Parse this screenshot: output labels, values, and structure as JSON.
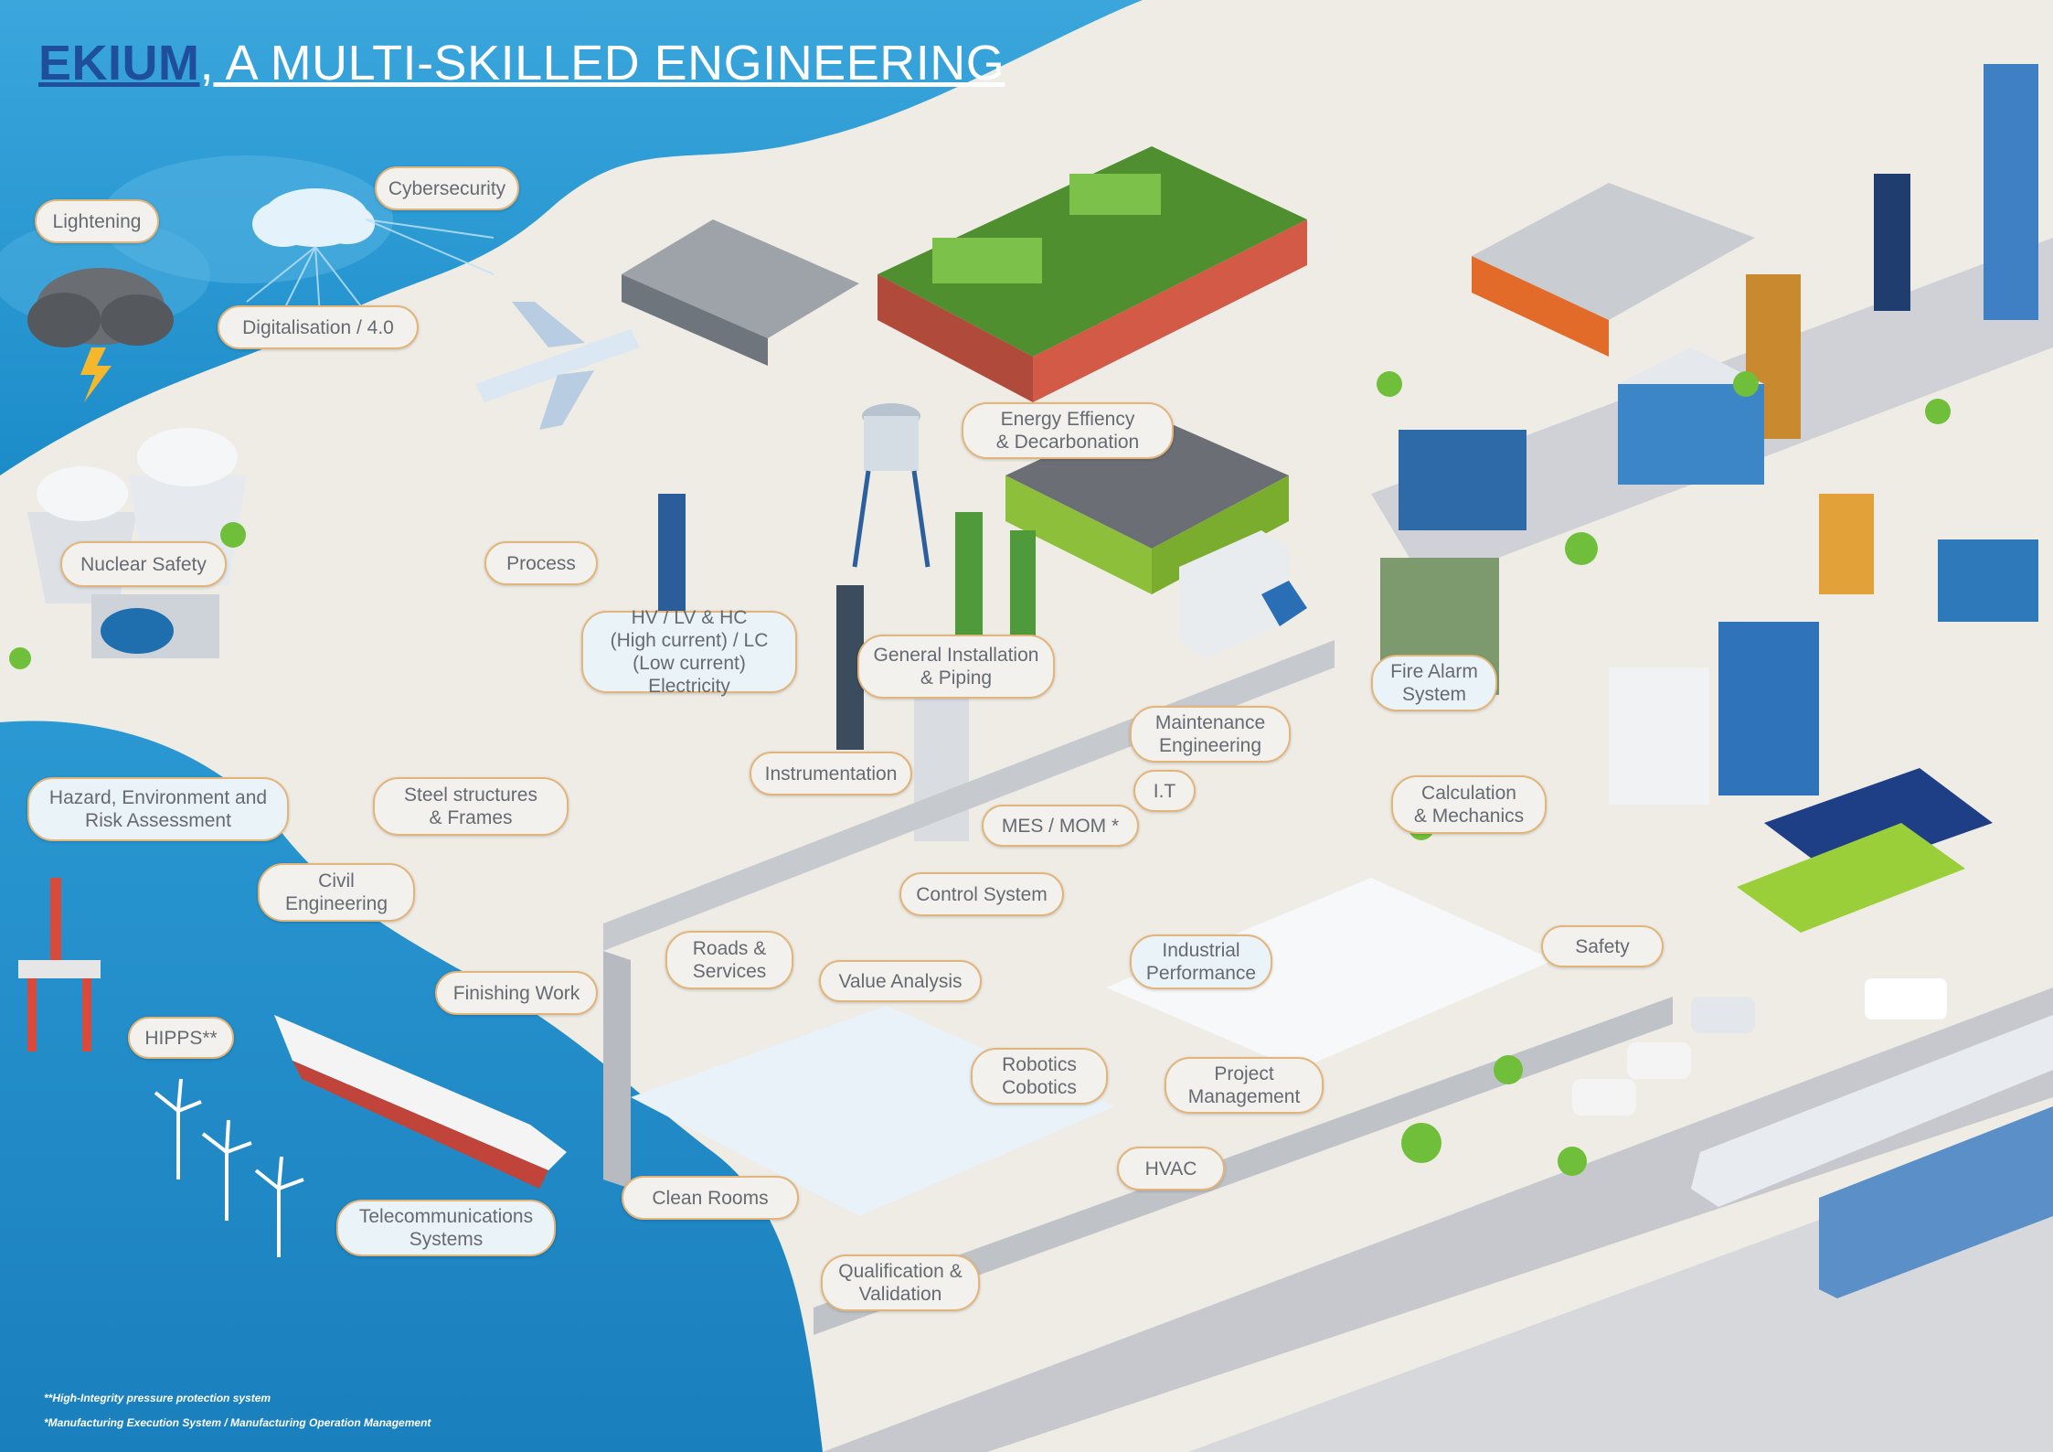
{
  "title": {
    "brand": "EKIUM",
    "separator": ", ",
    "rest": "A MULTI-SKILLED ENGINEERING"
  },
  "labels": {
    "lightening": "Lightening",
    "cybersecurity": "Cybersecurity",
    "digitalisation": "Digitalisation / 4.0",
    "nuclear_safety": "Nuclear Safety",
    "process": "Process",
    "hv_lv": "HV / LV & HC\n(High current) / LC\n(Low current) Electricity",
    "general_installation": "General Installation\n& Piping",
    "energy_efficiency": "Energy Effiency\n& Decarbonation",
    "maintenance": "Maintenance\nEngineering",
    "fire_alarm": "Fire Alarm\nSystem",
    "instrumentation": "Instrumentation",
    "it": "I.T",
    "mes_mom": "MES / MOM *",
    "calculation": "Calculation\n& Mechanics",
    "hazard": "Hazard, Environment and\nRisk Assessment",
    "steel": "Steel structures\n& Frames",
    "civil": "Civil\nEngineering",
    "control_system": "Control System",
    "industrial_performance": "Industrial\nPerformance",
    "safety": "Safety",
    "roads": "Roads &\nServices",
    "value_analysis": "Value Analysis",
    "finishing": "Finishing Work",
    "hipps": "HIPPS**",
    "robotics": "Robotics\nCobotics",
    "project_management": "Project\nManagement",
    "hvac": "HVAC",
    "clean_rooms": "Clean Rooms",
    "telecom": "Telecommunications\nSystems",
    "qualification": "Qualification &\nValidation"
  },
  "footnotes": {
    "hipps_note": "**High-Integrity pressure protection system",
    "mes_note": "*Manufacturing Execution System / Manufacturing Operation Management"
  },
  "colors": {
    "sky": "#2e9fd6",
    "sea": "#1e86c6",
    "ground": "#efece6",
    "road": "#c9cbd0",
    "label_border": "#e2b57a",
    "brand": "#1f4f9c"
  }
}
